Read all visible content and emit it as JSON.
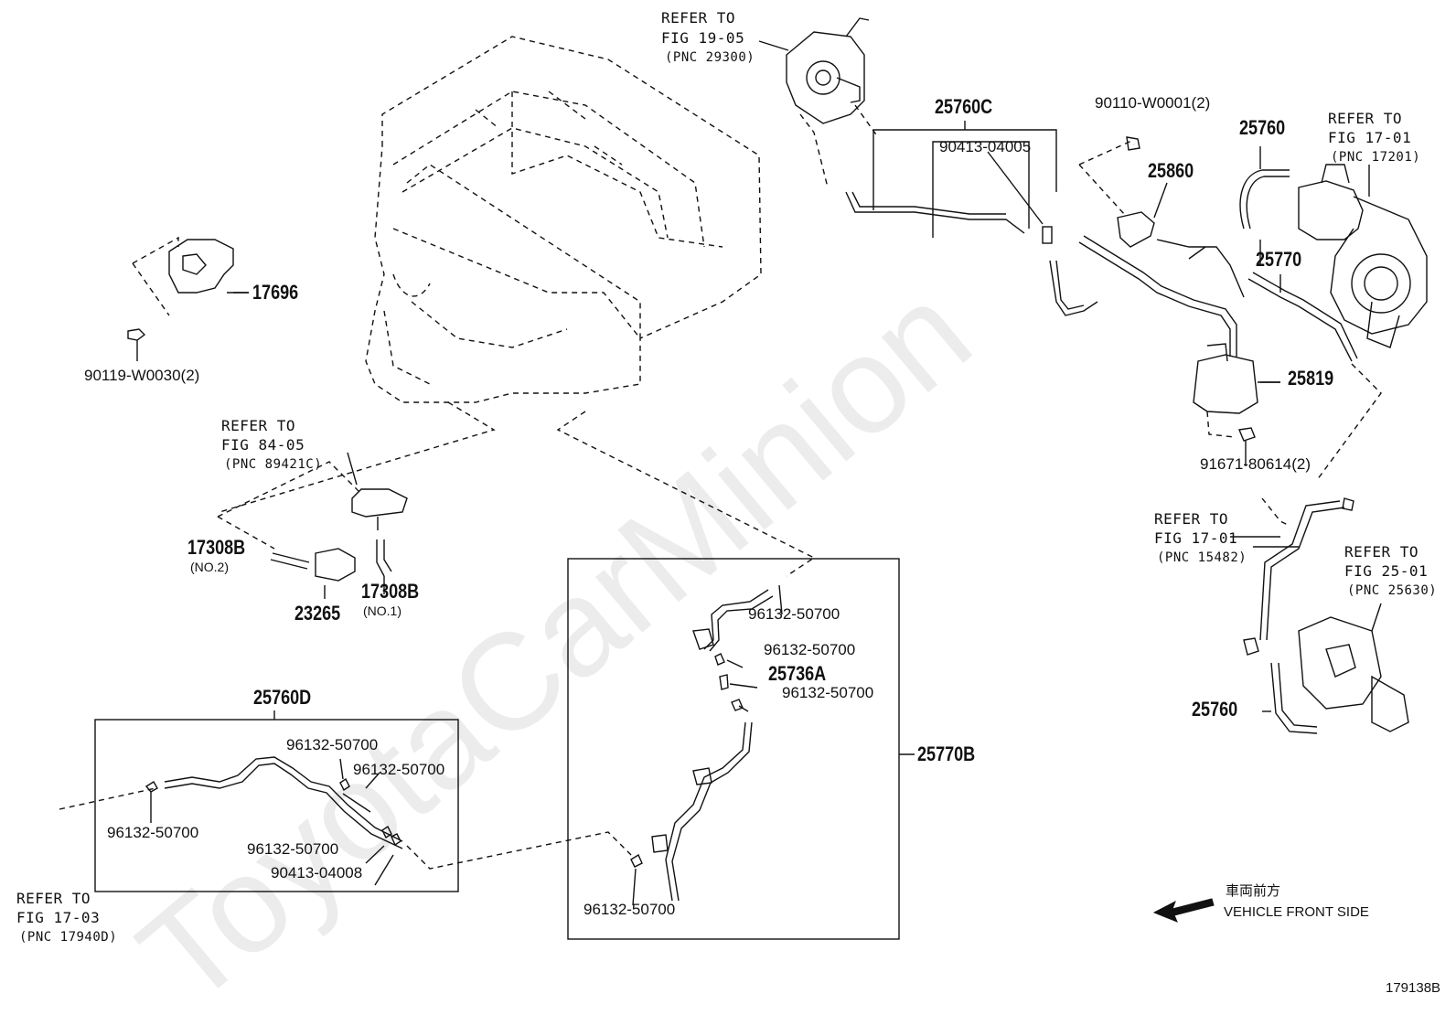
{
  "watermark": "ToyotaCarMinion",
  "figure_id": "179138B",
  "vehicle_front": {
    "jp": "車両前方",
    "en": "VEHICLE FRONT SIDE"
  },
  "refs": {
    "r1905": {
      "l1": "REFER TO",
      "l2": "FIG 19-05",
      "l3": "(PNC 29300)"
    },
    "r1701a": {
      "l1": "REFER TO",
      "l2": "FIG 17-01",
      "l3": "(PNC 17201)"
    },
    "r8405": {
      "l1": "REFER TO",
      "l2": "FIG 84-05",
      "l3": "(PNC 89421C)"
    },
    "r1701b": {
      "l1": "REFER TO",
      "l2": "FIG 17-01",
      "l3": "(PNC 15482)"
    },
    "r2501": {
      "l1": "REFER TO",
      "l2": "FIG 25-01",
      "l3": "(PNC 25630)"
    },
    "r1703": {
      "l1": "REFER TO",
      "l2": "FIG 17-03",
      "l3": "(PNC 17940D)"
    }
  },
  "parts": {
    "p17696": "17696",
    "p90119": "90119-W0030(2)",
    "p25760C": "25760C",
    "p90413_04005": "90413-04005",
    "p90110": "90110-W0001(2)",
    "p25860": "25860",
    "p25760_top": "25760",
    "p25770": "25770",
    "p25819": "25819",
    "p91671": "91671-80614(2)",
    "p17308B_2": "17308B",
    "p17308B_2_no": "(NO.2)",
    "p17308B_1": "17308B",
    "p17308B_1_no": "(NO.1)",
    "p23265": "23265",
    "p25760D": "25760D",
    "p25770B": "25770B",
    "p25736A": "25736A",
    "p25760_bot": "25760",
    "c_b1": "96132-50700",
    "c_b2": "96132-50700",
    "c_b3": "96132-50700",
    "c_b4": "96132-50700",
    "c_m1": "96132-50700",
    "c_m2": "96132-50700",
    "c_m3": "96132-50700",
    "c_m4": "96132-50700",
    "p90413_04008": "90413-04008"
  }
}
